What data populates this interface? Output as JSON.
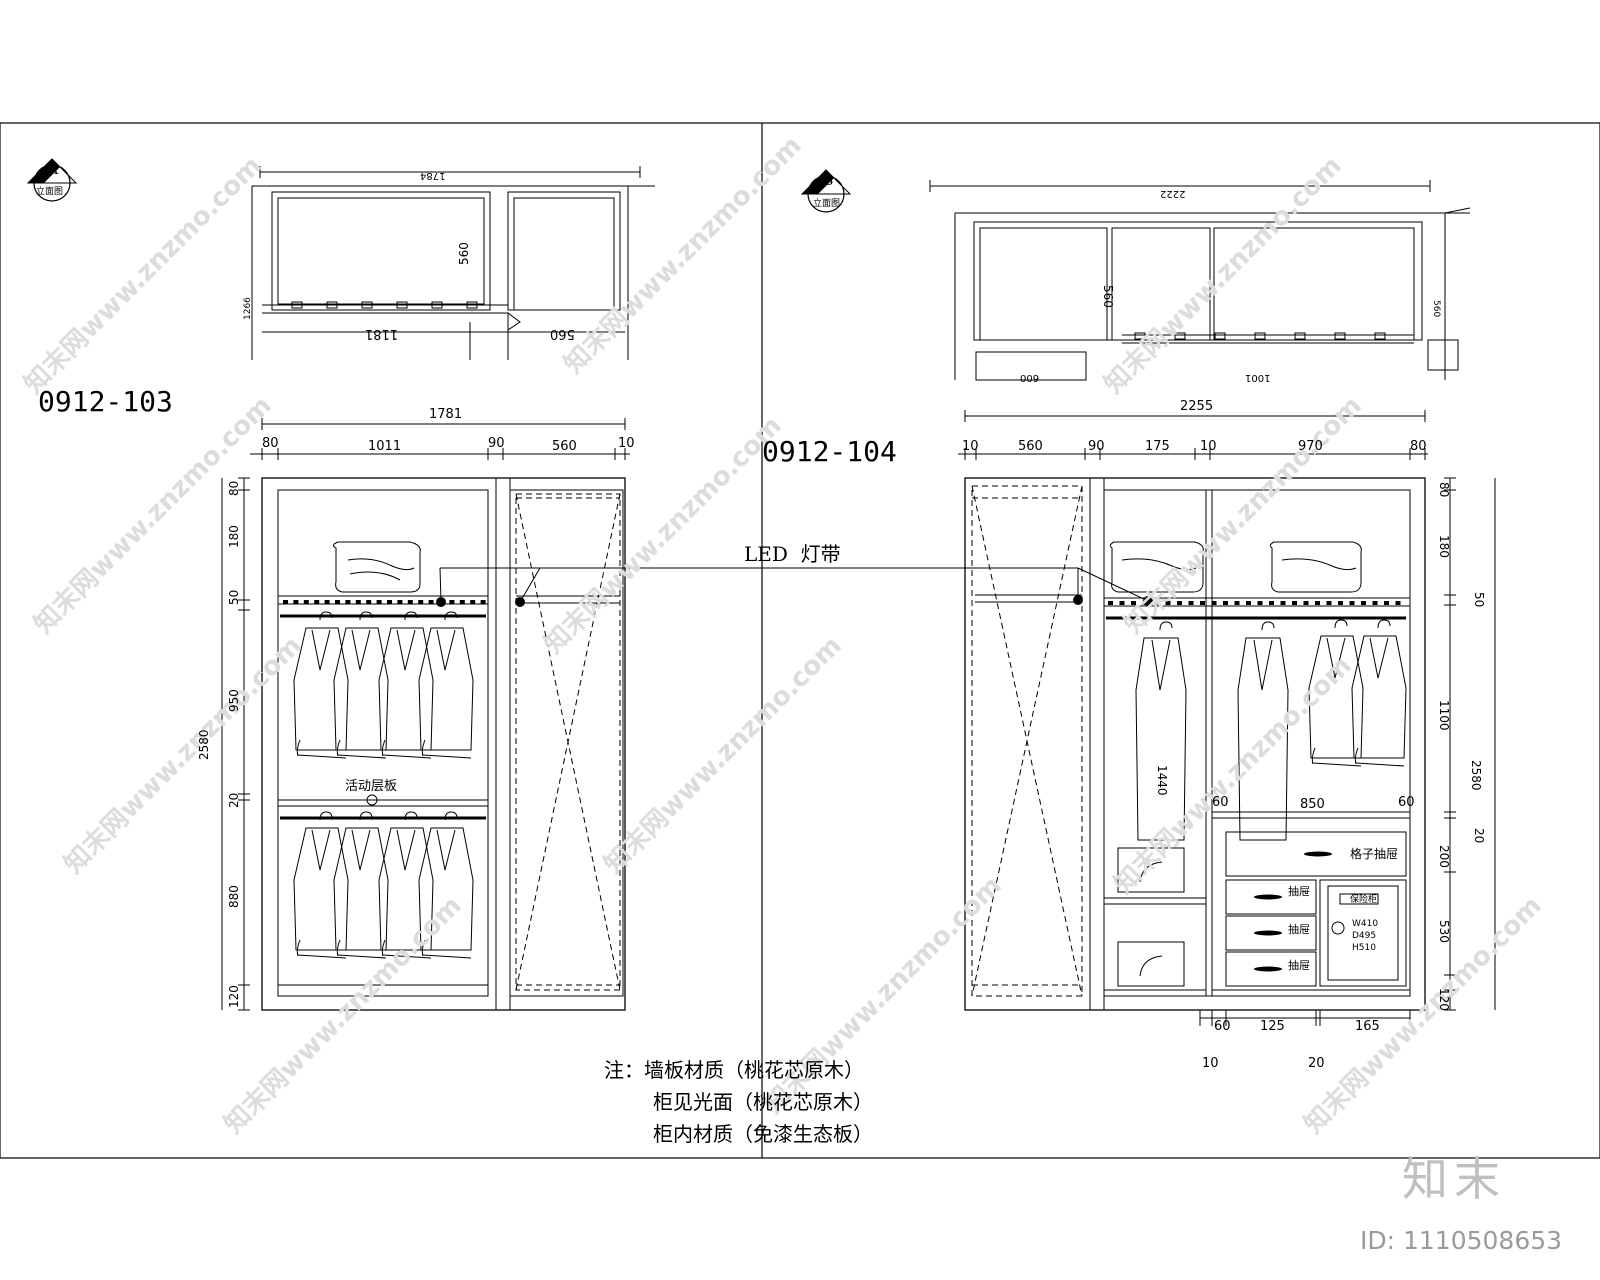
{
  "drawing_a": {
    "code": "0912-103",
    "marker_letter": "A",
    "marker_caption": "立面图",
    "plan_dims": {
      "top": "1784",
      "depth": "560",
      "left_bottom": "1181",
      "right_bottom": "560",
      "left_side": "1266"
    },
    "top_dims": [
      "80",
      "1011",
      "90",
      "560",
      "10"
    ],
    "overall_width": "1781",
    "height_total": "2580",
    "left_dims": [
      "80",
      "180",
      "50",
      "950",
      "20",
      "880",
      "120"
    ],
    "shelf_label": "活动层板"
  },
  "drawing_b": {
    "code": "0912-104",
    "marker_letter": "B",
    "marker_caption": "立面图",
    "plan_dims": {
      "top": "2222",
      "depth": "560",
      "left_bottom": "600",
      "right_bottom": "1001",
      "right_side": "560"
    },
    "top_dims": [
      "10",
      "560",
      "90",
      "175",
      "10",
      "970",
      "80"
    ],
    "overall_width": "2255",
    "height_total": "2580",
    "right_dims": [
      "80",
      "180",
      "50",
      "1100",
      "20",
      "200",
      "530",
      "120"
    ],
    "inner_dims": [
      "60",
      "850",
      "60"
    ],
    "hanging_dim": "1440",
    "bottom_dims": [
      "60",
      "125",
      "165"
    ],
    "bottom_sub_dims": [
      "10",
      "20"
    ],
    "drawer_labels": [
      "格子抽屉",
      "抽屉",
      "抽屉",
      "抽屉"
    ],
    "safe_text": [
      "保险柜",
      "W410",
      "D495",
      "H510"
    ]
  },
  "led_label": "LED  灯带",
  "notes": [
    "注：墙板材质（桃花芯原木）",
    "柜见光面（桃花芯原木）",
    "柜内材质（免漆生态板）"
  ],
  "watermark": "知末网www.znzmo.com",
  "brand": "知末",
  "id_text": "ID: 1110508653"
}
